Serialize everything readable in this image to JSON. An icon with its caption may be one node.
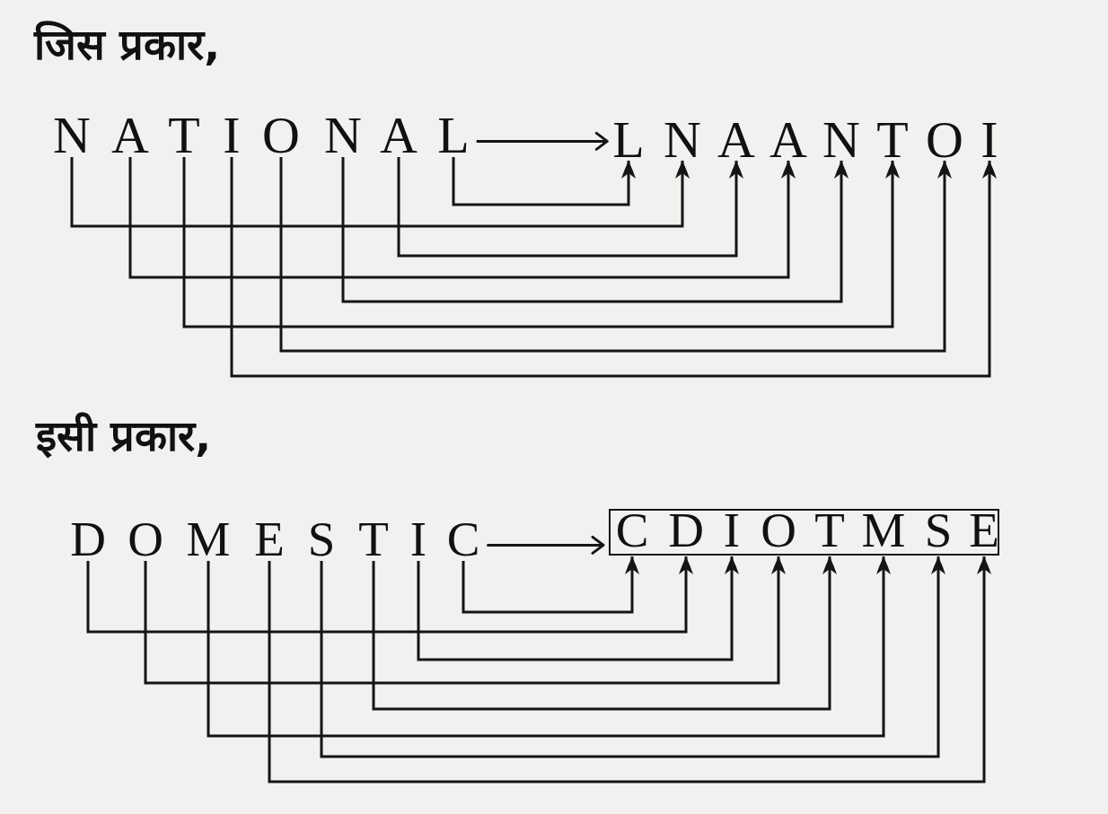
{
  "diagram": {
    "nodes": [
      {
        "text": [
          "N"
        ]
      },
      {
        "text": [
          "A"
        ]
      },
      {
        "text": [
          "T"
        ]
      },
      {
        "text": [
          "I"
        ]
      },
      {
        "text": [
          "O"
        ]
      },
      {
        "text": [
          "N"
        ]
      },
      {
        "text": [
          "A"
        ]
      },
      {
        "text": [
          "L"
        ]
      },
      {
        "text": [
          "L"
        ]
      },
      {
        "text": [
          "N"
        ]
      },
      {
        "text": [
          "A"
        ]
      },
      {
        "text": [
          "A"
        ]
      },
      {
        "text": [
          "N"
        ]
      },
      {
        "text": [
          "T"
        ]
      },
      {
        "text": [
          "O"
        ]
      },
      {
        "text": [
          "I"
        ]
      },
      {
        "text": [
          "D"
        ]
      },
      {
        "text": [
          "O"
        ]
      },
      {
        "text": [
          "M"
        ]
      },
      {
        "text": [
          "E"
        ]
      },
      {
        "text": [
          "S"
        ]
      },
      {
        "text": [
          "T"
        ]
      },
      {
        "text": [
          "I"
        ]
      },
      {
        "text": [
          "C"
        ]
      },
      {
        "text": [],
        "shape": "box"
      },
      {
        "text": [
          "C"
        ],
        "in": 24
      },
      {
        "text": [
          "D"
        ],
        "in": 24
      },
      {
        "text": [
          "I"
        ],
        "in": 24
      },
      {
        "text": [
          "O"
        ],
        "in": 24
      },
      {
        "text": [
          "T"
        ],
        "in": 24
      },
      {
        "text": [
          "M"
        ],
        "in": 24
      },
      {
        "text": [
          "S"
        ],
        "in": 24
      },
      {
        "text": [
          "E"
        ],
        "in": 24
      }
    ],
    "edges": [
      {
        "from": 7,
        "to": 8,
        "arrow": "to"
      },
      {
        "from": 7,
        "to": 8,
        "arrow": "to"
      },
      {
        "from": 0,
        "to": 9,
        "arrow": "to"
      },
      {
        "from": 6,
        "to": 10,
        "arrow": "to"
      },
      {
        "from": 1,
        "to": 11,
        "arrow": "to"
      },
      {
        "from": 5,
        "to": 12,
        "arrow": "to"
      },
      {
        "from": 2,
        "to": 13,
        "arrow": "to"
      },
      {
        "from": 4,
        "to": 14,
        "arrow": "to"
      },
      {
        "from": 3,
        "to": 15,
        "arrow": "to"
      },
      {
        "from": 23,
        "to": 24,
        "arrow": "to"
      },
      {
        "from": 23,
        "to": 25,
        "arrow": "to"
      },
      {
        "from": 16,
        "to": 26,
        "arrow": "to"
      },
      {
        "from": 22,
        "to": 27,
        "arrow": "to"
      },
      {
        "from": 17,
        "to": 28,
        "arrow": "to"
      },
      {
        "from": 21,
        "to": 29,
        "arrow": "to"
      },
      {
        "from": 18,
        "to": 30,
        "arrow": "to"
      },
      {
        "from": 20,
        "to": 31,
        "arrow": "to"
      },
      {
        "from": 19,
        "to": 32,
        "arrow": "to"
      }
    ],
    "labels": [
      "जिस प्रकार,",
      "इसी प्रकार,"
    ]
  }
}
